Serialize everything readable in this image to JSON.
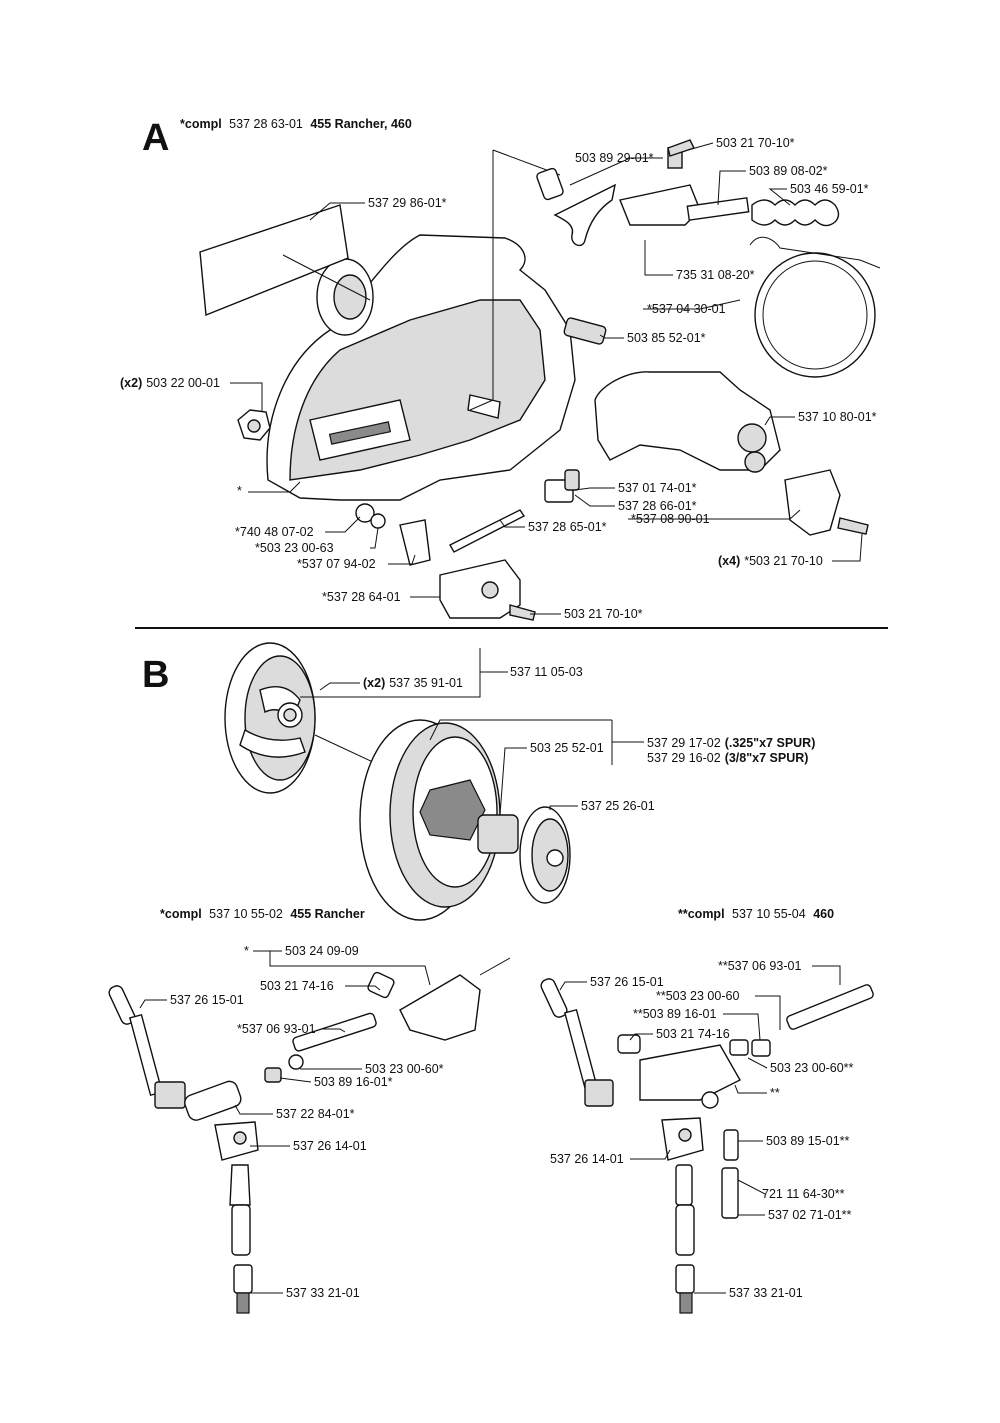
{
  "sections": {
    "a": {
      "letter": "A",
      "title_prefix": "*compl",
      "title_number": "537 28 63-01",
      "title_models": "455 Rancher, 460"
    },
    "b": {
      "letter": "B"
    },
    "left": {
      "title_prefix": "*compl",
      "title_number": "537 10 55-02",
      "title_models": "455 Rancher"
    },
    "right": {
      "title_prefix": "**compl",
      "title_number": "537 10 55-04",
      "title_models": "460"
    }
  },
  "parts_a": [
    {
      "id": "p1",
      "prefix": "",
      "text": "503 21 70-10*"
    },
    {
      "id": "p2",
      "prefix": "",
      "text": "503 89 29-01*"
    },
    {
      "id": "p3",
      "prefix": "",
      "text": "503 89 08-02*"
    },
    {
      "id": "p4",
      "prefix": "",
      "text": "503 46 59-01*"
    },
    {
      "id": "p5",
      "prefix": "",
      "text": "537 29 86-01*"
    },
    {
      "id": "p6",
      "prefix": "",
      "text": "735 31 08-20*"
    },
    {
      "id": "p7",
      "prefix": "",
      "text": "*537 04 30-01"
    },
    {
      "id": "p8",
      "prefix": "",
      "text": "503 85 52-01*"
    },
    {
      "id": "p9",
      "prefix": "(x2)",
      "text": "503 22 00-01"
    },
    {
      "id": "p10",
      "prefix": "",
      "text": "537 10 80-01*"
    },
    {
      "id": "p11",
      "prefix": "",
      "text": "537 01 74-01*"
    },
    {
      "id": "p12",
      "prefix": "",
      "text": "537 28 66-01*"
    },
    {
      "id": "p13",
      "prefix": "",
      "text": "*537 08 90-01"
    },
    {
      "id": "p14",
      "prefix": "",
      "text": "*"
    },
    {
      "id": "p15",
      "prefix": "",
      "text": "*740 48 07-02"
    },
    {
      "id": "p16",
      "prefix": "",
      "text": "*503 23 00-63"
    },
    {
      "id": "p17",
      "prefix": "",
      "text": "537 28 65-01*"
    },
    {
      "id": "p18",
      "prefix": "",
      "text": "*537 07 94-02"
    },
    {
      "id": "p19",
      "prefix": "(x4)",
      "text": "*503 21 70-10"
    },
    {
      "id": "p20",
      "prefix": "",
      "text": "*537 28 64-01"
    },
    {
      "id": "p21",
      "prefix": "",
      "text": "503 21 70-10*"
    }
  ],
  "parts_b": [
    {
      "id": "b1",
      "prefix": "(x2)",
      "text": "537 35 91-01"
    },
    {
      "id": "b2",
      "prefix": "",
      "text": "537 11 05-03"
    },
    {
      "id": "b3",
      "prefix": "",
      "text": "503 25 52-01"
    },
    {
      "id": "b4",
      "prefix": "",
      "text": "537 29 17-02",
      "suffix": "(.325\"x7 SPUR)"
    },
    {
      "id": "b5",
      "prefix": "",
      "text": "537 29 16-02",
      "suffix": "(3/8\"x7 SPUR)"
    },
    {
      "id": "b6",
      "prefix": "",
      "text": "537 25 26-01"
    }
  ],
  "parts_left": [
    {
      "id": "l1",
      "text": "*"
    },
    {
      "id": "l2",
      "text": "503 24 09-09"
    },
    {
      "id": "l3",
      "text": "503 21 74-16"
    },
    {
      "id": "l4",
      "text": "537 26 15-01"
    },
    {
      "id": "l5",
      "text": "*537 06 93-01"
    },
    {
      "id": "l6",
      "text": "503 23 00-60*"
    },
    {
      "id": "l7",
      "text": "503 89 16-01*"
    },
    {
      "id": "l8",
      "text": "537 22 84-01*"
    },
    {
      "id": "l9",
      "text": "537 26 14-01"
    },
    {
      "id": "l10",
      "text": "537 33 21-01"
    }
  ],
  "parts_right": [
    {
      "id": "r1",
      "text": "**537 06 93-01"
    },
    {
      "id": "r2",
      "text": "537 26 15-01"
    },
    {
      "id": "r3",
      "text": "**503 23 00-60"
    },
    {
      "id": "r4",
      "text": "**503 89 16-01"
    },
    {
      "id": "r5",
      "text": "503 21 74-16"
    },
    {
      "id": "r6",
      "text": "503 23 00-60**"
    },
    {
      "id": "r7",
      "text": "**"
    },
    {
      "id": "r8",
      "text": "503 89 15-01**"
    },
    {
      "id": "r9",
      "text": "537 26 14-01"
    },
    {
      "id": "r10",
      "text": "721 11 64-30**"
    },
    {
      "id": "r11",
      "text": "537 02 71-01**"
    },
    {
      "id": "r12",
      "text": "537 33 21-01"
    }
  ]
}
